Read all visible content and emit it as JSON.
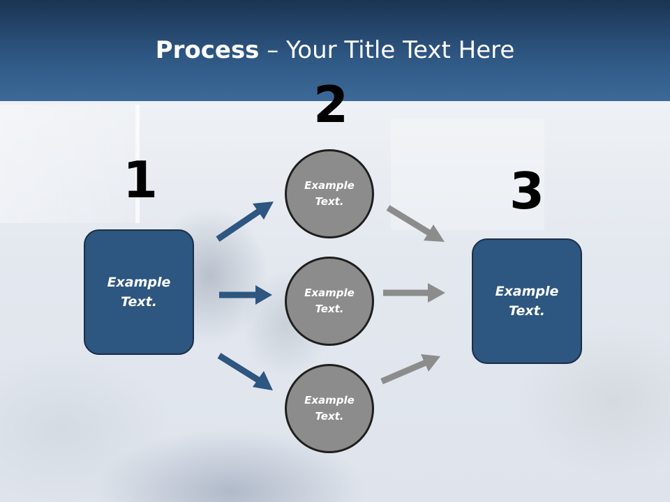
{
  "slide": {
    "title_bold": "Process",
    "title_rest": " – Your Title Text Here"
  },
  "steps": {
    "one": "1",
    "two": "2",
    "three": "3"
  },
  "nodes": {
    "left_box": "Example\nText.",
    "circle_top": "Example\nText.",
    "circle_middle": "Example\nText.",
    "circle_bottom": "Example\nText.",
    "right_box": "Example\nText."
  },
  "colors": {
    "header_dark": "#1a3453",
    "header_light": "#3c6a98",
    "box_fill": "#2d5680",
    "circle_fill": "#8c8c8c",
    "arrow_blue": "#2d5680",
    "arrow_gray": "#8c8c8c"
  }
}
